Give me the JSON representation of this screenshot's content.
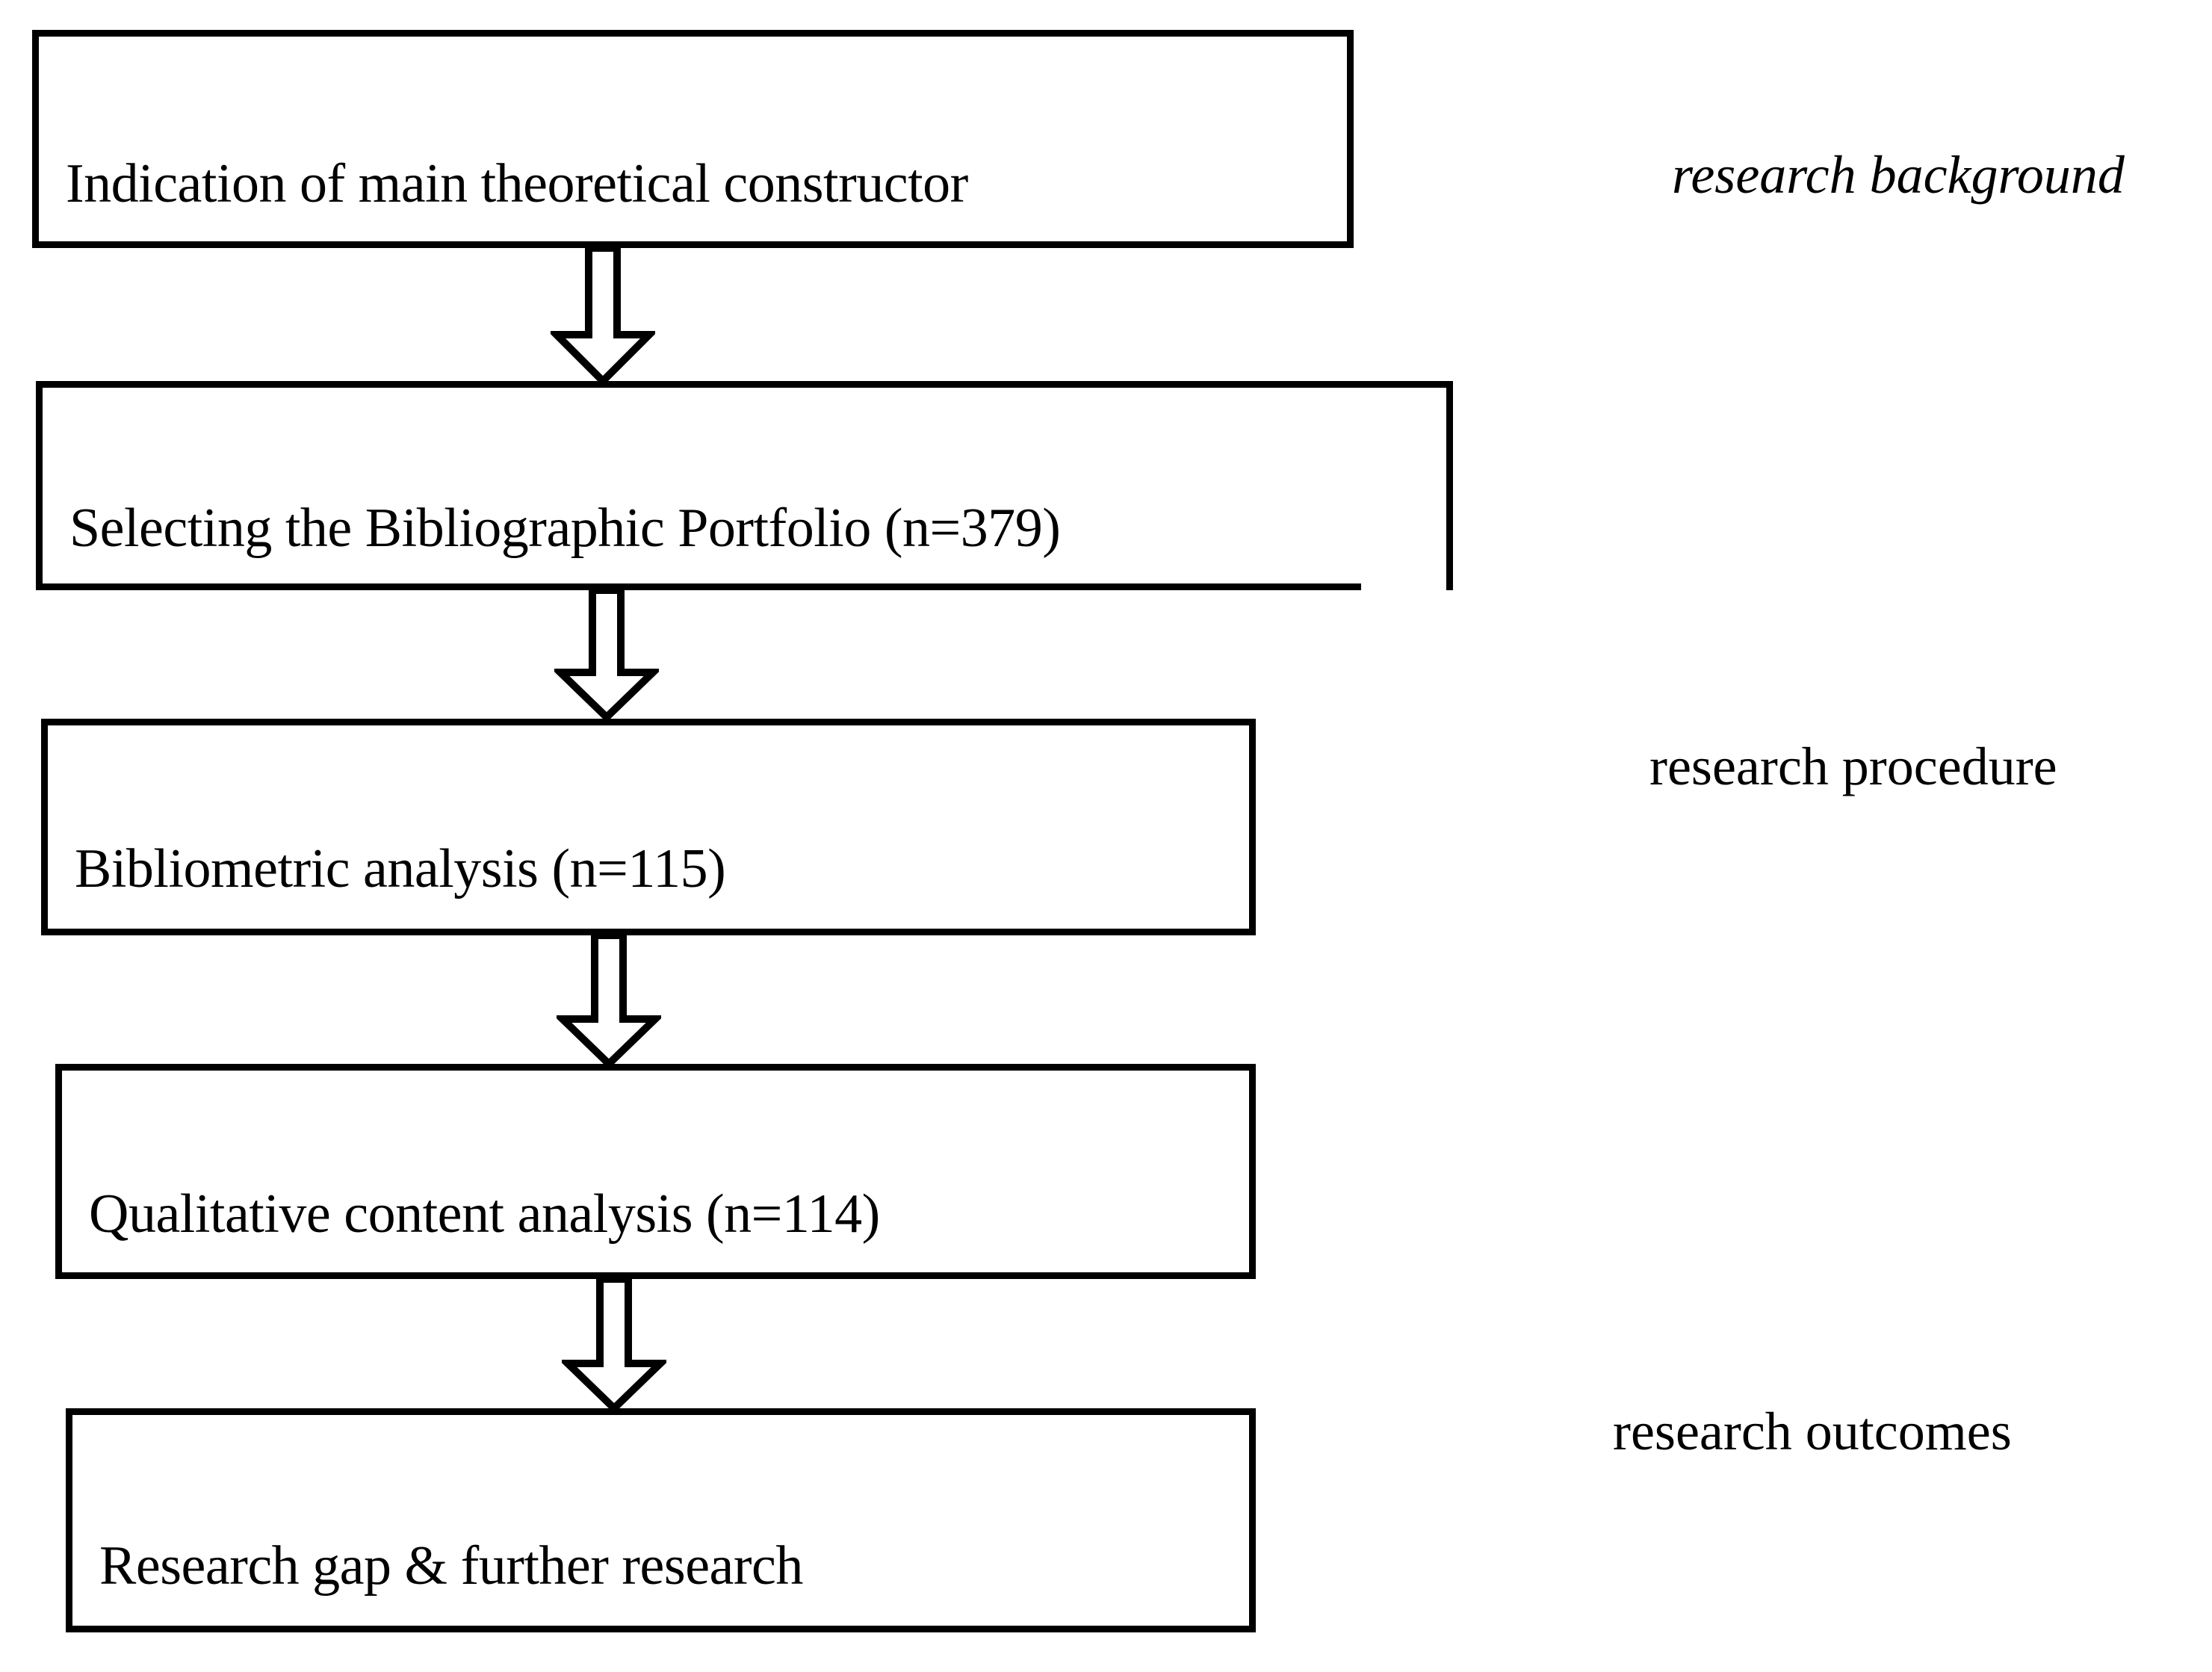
{
  "figure": {
    "type": "flowchart",
    "orientation": "vertical",
    "background_color": "#ffffff",
    "line_color": "#000000"
  },
  "flow": {
    "steps": [
      {
        "id": "step-1",
        "label": "Indication of main theoretical constructor"
      },
      {
        "id": "step-2",
        "label": "Selecting the Bibliographic Portfolio (n=379)"
      },
      {
        "id": "step-3",
        "label": "Bibliometric analysis (n=115)"
      },
      {
        "id": "step-4",
        "label": "Qualitative content analysis (n=114)"
      },
      {
        "id": "step-5",
        "label": "Research gap & further research"
      }
    ],
    "connectors": [
      {
        "id": "connector-1",
        "icon": "down-block-arrow-icon",
        "from": "step-1",
        "to": "step-2"
      },
      {
        "id": "connector-2",
        "icon": "down-block-arrow-icon",
        "from": "step-2",
        "to": "step-3"
      },
      {
        "id": "connector-3",
        "icon": "down-block-arrow-icon",
        "from": "step-3",
        "to": "step-4"
      },
      {
        "id": "connector-4",
        "icon": "down-block-arrow-icon",
        "from": "step-4",
        "to": "step-5"
      }
    ]
  },
  "stage_labels": [
    {
      "id": "stage-background",
      "label": "research background",
      "style": "italic"
    },
    {
      "id": "stage-procedure",
      "label": "research procedure",
      "style": "normal"
    },
    {
      "id": "stage-outcomes",
      "label": "research outcomes",
      "style": "normal"
    }
  ]
}
